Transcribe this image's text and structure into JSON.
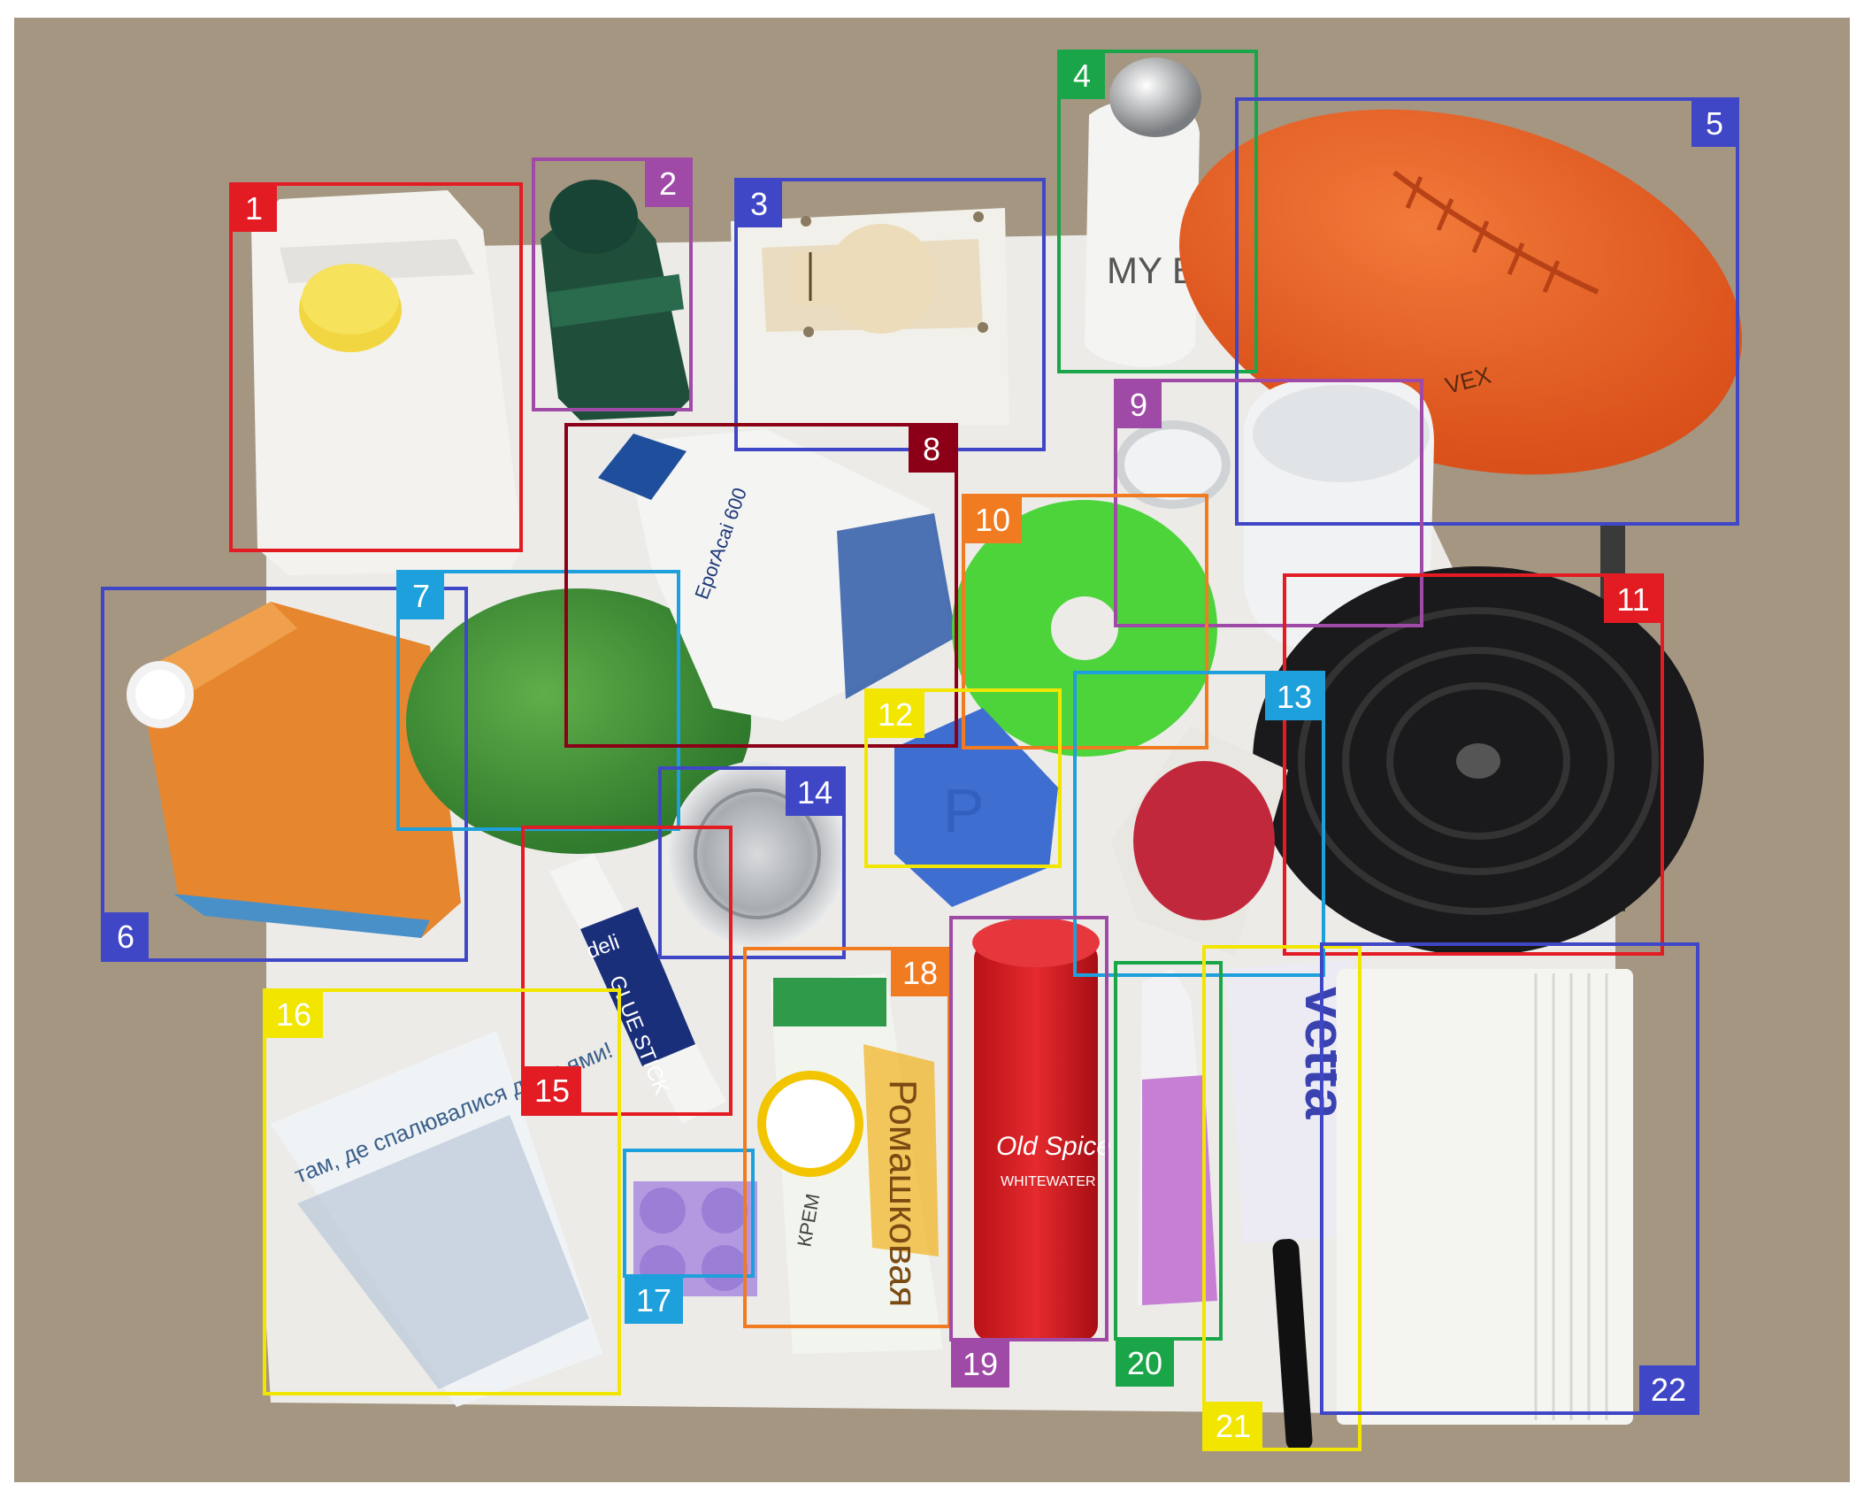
{
  "colors": {
    "red": "#e31b23",
    "purple": "#a04aa8",
    "blue": "#4047c7",
    "green": "#1aa648",
    "dark_red": "#8b0016",
    "cyan": "#1ea0dc",
    "orange": "#f07b21",
    "yellow": "#f2e600",
    "floor": "#a59682",
    "table": "#ecebe8"
  },
  "boxes": [
    {
      "label": "1",
      "color": "red",
      "object": "plastic-jug"
    },
    {
      "label": "2",
      "color": "purple",
      "object": "green-bottle"
    },
    {
      "label": "3",
      "color": "blue",
      "object": "wooden-block"
    },
    {
      "label": "4",
      "color": "green",
      "object": "thermos-bottle"
    },
    {
      "label": "5",
      "color": "blue",
      "object": "football"
    },
    {
      "label": "6",
      "color": "blue",
      "object": "juice-carton"
    },
    {
      "label": "7",
      "color": "cyan",
      "object": "green-ball"
    },
    {
      "label": "8",
      "color": "dark_red",
      "object": "supplement-bottle"
    },
    {
      "label": "9",
      "color": "purple",
      "object": "white-mug"
    },
    {
      "label": "10",
      "color": "orange",
      "object": "green-ring-toy"
    },
    {
      "label": "11",
      "color": "red",
      "object": "black-plate"
    },
    {
      "label": "12",
      "color": "yellow",
      "object": "blue-cube"
    },
    {
      "label": "13",
      "color": "cyan",
      "object": "wire-spool"
    },
    {
      "label": "14",
      "color": "blue",
      "object": "tin-can"
    },
    {
      "label": "15",
      "color": "red",
      "object": "glue-stick"
    },
    {
      "label": "16",
      "color": "yellow",
      "object": "paper-cup"
    },
    {
      "label": "17",
      "color": "cyan",
      "object": "tea-lights"
    },
    {
      "label": "18",
      "color": "orange",
      "object": "cream-tube"
    },
    {
      "label": "19",
      "color": "purple",
      "object": "spray-can"
    },
    {
      "label": "20",
      "color": "green",
      "object": "toothpaste-tube"
    },
    {
      "label": "21",
      "color": "yellow",
      "object": "lint-roller"
    },
    {
      "label": "22",
      "color": "blue",
      "object": "card-holder"
    }
  ],
  "printed_text": {
    "bottle_brand": "MY BOTT",
    "glue_brand": "deli",
    "glue_name": "GLUE STICK",
    "cream_name": "Ромашковая",
    "cream_type": "КРЕМ",
    "spray_brand": "Old Spice",
    "spray_variant": "WHITEWATER",
    "roller_brand": "vetta",
    "ball_brand": "VEX",
    "supplement_name": "EporAcai 600",
    "cup_text": "там, де спалювалися друзьями!"
  }
}
